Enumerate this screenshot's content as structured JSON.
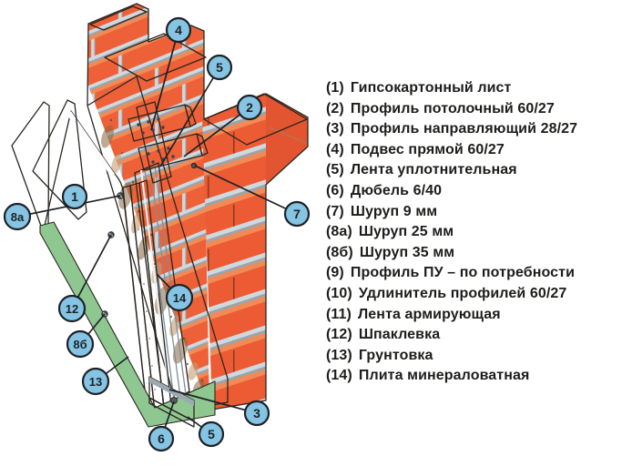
{
  "legend": {
    "items": [
      {
        "num": "(1)",
        "label": "Гипсокартонный лист"
      },
      {
        "num": "(2)",
        "label": "Профиль потолочный 60/27"
      },
      {
        "num": "(3)",
        "label": "Профиль направляющий 28/27"
      },
      {
        "num": "(4)",
        "label": "Подвес прямой 60/27"
      },
      {
        "num": "(5)",
        "label": "Лента уплотнительная"
      },
      {
        "num": "(6)",
        "label": "Дюбель 6/40"
      },
      {
        "num": "(7)",
        "label": "Шуруп 9 мм"
      },
      {
        "num": "(8а)",
        "label": "Шуруп 25 мм"
      },
      {
        "num": "(8б)",
        "label": "Шуруп 35 мм"
      },
      {
        "num": "(9)",
        "label": "Профиль ПУ – по потребности"
      },
      {
        "num": "(10)",
        "label": "Удлинитель профилей 60/27"
      },
      {
        "num": "(11)",
        "label": "Лента армирующая"
      },
      {
        "num": "(12)",
        "label": "Шпаклевка"
      },
      {
        "num": "(13)",
        "label": "Грунтовка"
      },
      {
        "num": "(14)",
        "label": "Плита минераловатная"
      }
    ]
  },
  "diagram": {
    "callouts": [
      {
        "label": "1"
      },
      {
        "label": "8а"
      },
      {
        "label": "4"
      },
      {
        "label": "5"
      },
      {
        "label": "2"
      },
      {
        "label": "7"
      },
      {
        "label": "12"
      },
      {
        "label": "8б"
      },
      {
        "label": "13"
      },
      {
        "label": "14"
      },
      {
        "label": "3"
      },
      {
        "label": "6"
      },
      {
        "label": "5"
      }
    ],
    "colors": {
      "brick": "#ED6038",
      "brick_top": "#F4975E",
      "brick_band": "#F28A55",
      "mortar_light": "#CFD8DD",
      "mortar_dark": "#99A5AE",
      "insulation": "#AD835B",
      "floor_green": "#8FC791",
      "panel": "#E7EDEE",
      "metal": "#C8D3D9",
      "callout_fill": "#85C4E2",
      "outline": "#2B2620"
    }
  }
}
